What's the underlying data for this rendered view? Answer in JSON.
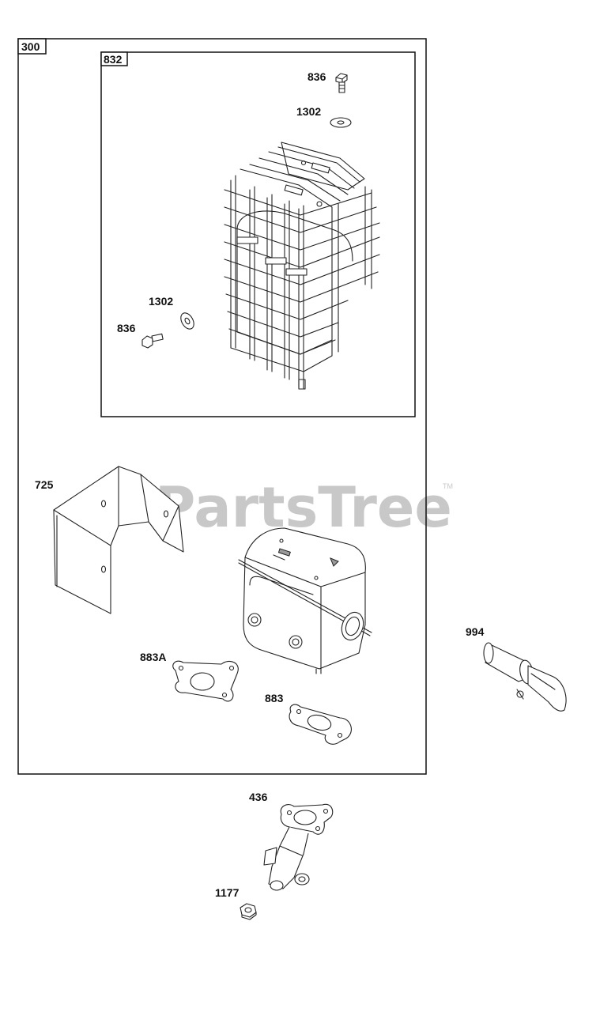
{
  "watermark": {
    "text": "PartsTree",
    "trademark": "TM"
  },
  "assemblies": {
    "outer": {
      "label": "300"
    },
    "inner": {
      "label": "832"
    }
  },
  "callouts": {
    "screw_top": "836",
    "washer_top": "1302",
    "washer_left": "1302",
    "screw_left": "836",
    "heat_shield": "725",
    "spark_arrester": "994",
    "gasket_a": "883A",
    "gasket": "883",
    "exhaust_manifold": "436",
    "nut": "1177"
  }
}
